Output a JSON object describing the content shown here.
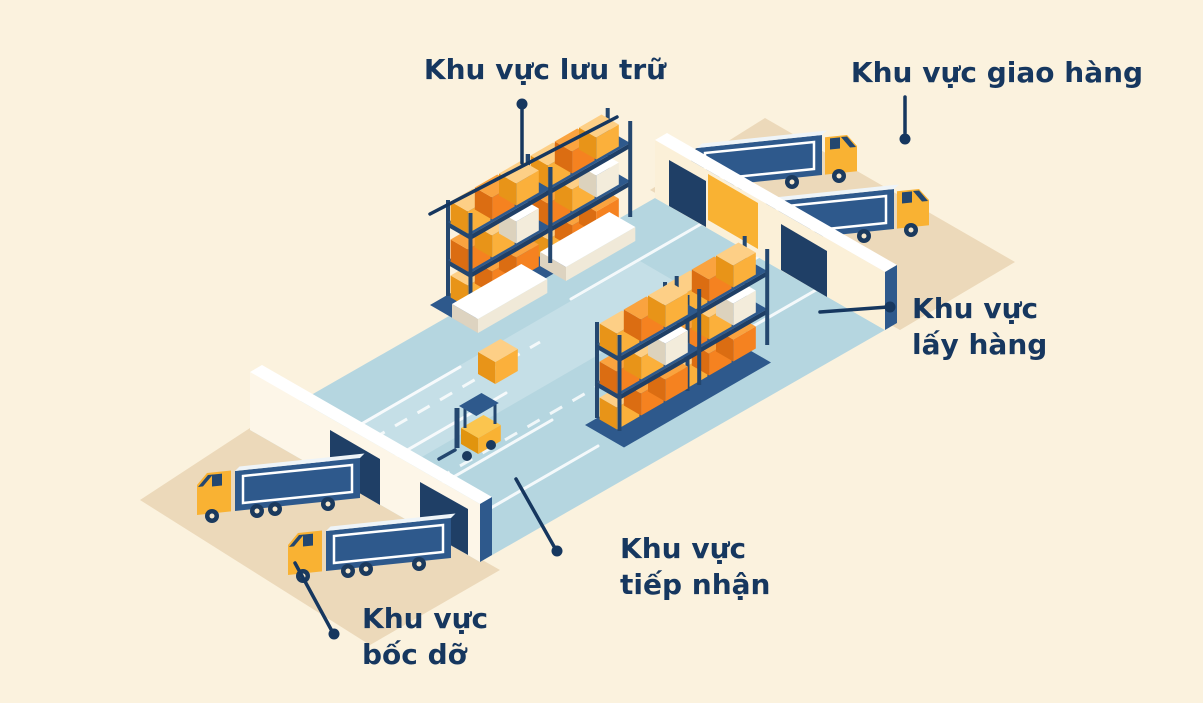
{
  "diagram_title": "Warehouse zones diagram (Vietnamese)",
  "background_color": "#fbf2de",
  "colors": {
    "label_text": "#16375f",
    "floor": "#b5d6e0",
    "navy": "#2e598c",
    "dark_navy": "#1f3f66",
    "orange": "#f58220",
    "amber": "#fbb03b",
    "truck_yellow": "#f9b233",
    "wall_cream": "#fbf0d8",
    "driveway_tan": "#ecd9ba",
    "white": "#ffffff"
  },
  "labels": {
    "storage": {
      "lines": [
        "Khu vực lưu trữ"
      ]
    },
    "delivery": {
      "lines": [
        "Khu vực giao hàng"
      ]
    },
    "picking": {
      "lines": [
        "Khu vực",
        "lấy hàng"
      ]
    },
    "receiving": {
      "lines": [
        "Khu vực",
        "tiếp nhận"
      ]
    },
    "unloading": {
      "lines": [
        "Khu vực",
        "bốc dỡ"
      ]
    }
  }
}
